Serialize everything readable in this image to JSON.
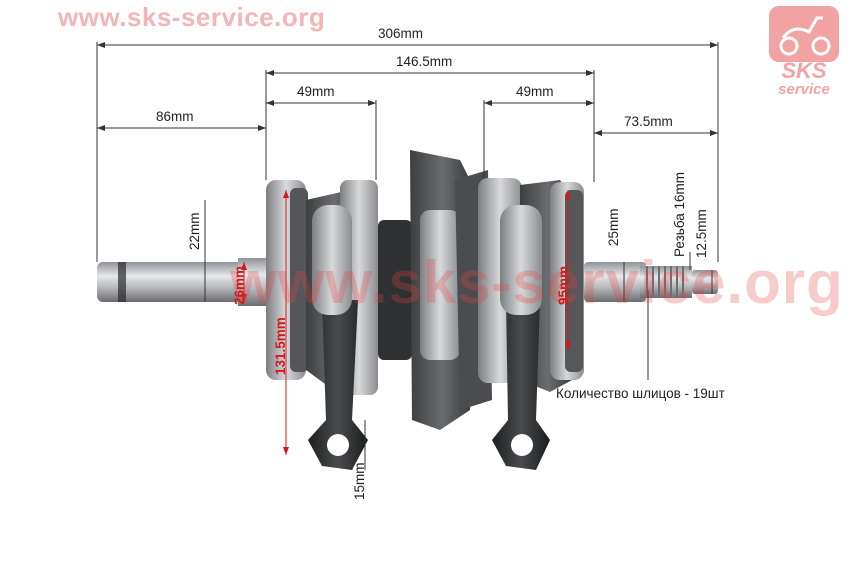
{
  "watermark": {
    "url_top": "www.sks-service.org",
    "url_center": "www.sks-service.org",
    "logo_line1": "SKS",
    "logo_line2": "service"
  },
  "dimensions": {
    "total_length": "306mm",
    "center_span": "146.5mm",
    "left_web": "49mm",
    "right_web": "49mm",
    "left_shaft": "86mm",
    "right_shaft": "73.5mm",
    "left_shaft_dia": "22mm",
    "left_journal_dia": "26mm",
    "left_flywheel_dia": "131.5mm",
    "rod_end_width": "15mm",
    "right_journal_dia": "25mm",
    "right_flywheel_dia": "95mm",
    "thread": "Резьба 16mm",
    "spline_dia": "12.5mm"
  },
  "note": "Количество шлицов - 19шт",
  "colors": {
    "watermark": "#f3b5b5",
    "accent_red": "#d81818",
    "line": "#333333",
    "metal_light": "#c9cbce",
    "metal_dark": "#3a3b3d"
  }
}
